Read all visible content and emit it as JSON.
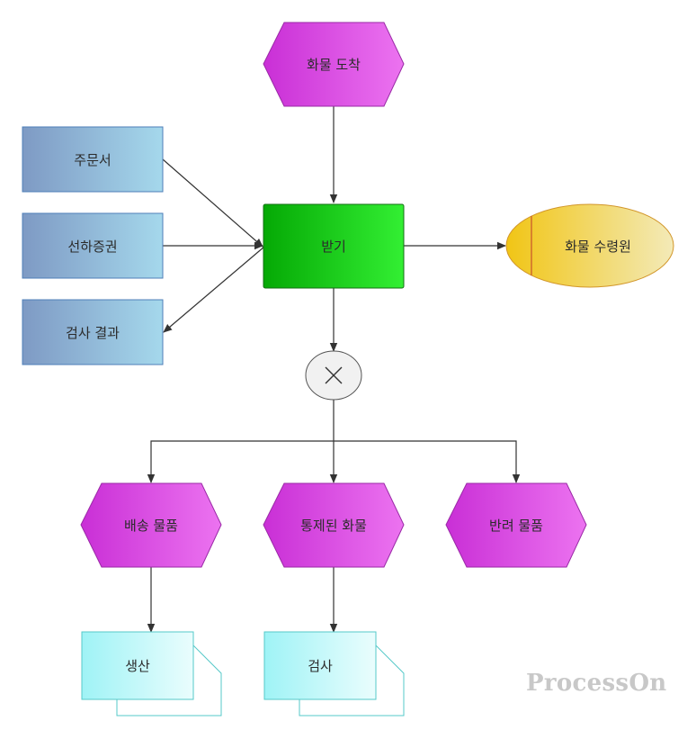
{
  "nodes": {
    "cargo_arrival": "화물 도착",
    "order": "주문서",
    "bill_of_lading": "선하증권",
    "inspection_result": "검사 결과",
    "receive": "받기",
    "cargo_receiver": "화물 수령원",
    "ship_goods": "배송 물품",
    "controlled_cargo": "통제된 화물",
    "returned_goods": "반려 물품",
    "production": "생산",
    "inspection": "검사"
  },
  "operator": {
    "symbol": "×",
    "kind": "XOR"
  },
  "watermark": "ProcessOn",
  "colors": {
    "event": "#d63ee0",
    "function": "#1fc81f",
    "document": "#7f9fc9",
    "organization": "#f2c719",
    "process_path": "#b6f4f7",
    "connector": "#333333"
  }
}
